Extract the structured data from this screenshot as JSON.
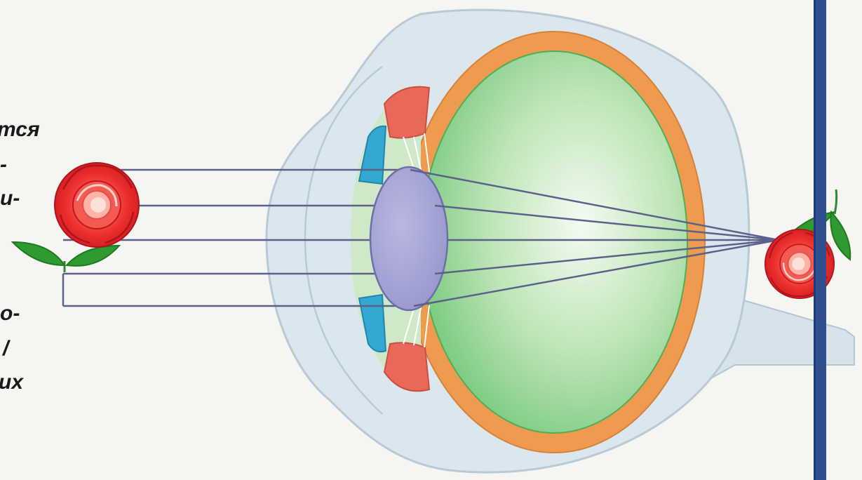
{
  "text_fragments": [
    "тся",
    "-",
    "и-",
    "о-",
    "/",
    "их"
  ],
  "colors": {
    "sclera": "#d9e6ee",
    "choroid": "#ee9a4f",
    "vitreous": "#63c26b",
    "lens": "#a3a3d4",
    "iris": "#35a7d1",
    "ciliary_body": "#e86a55",
    "rays": "#555f85",
    "rose": "#e8242a",
    "leaf": "#2f9a2f",
    "divider": "#2f4f8f"
  },
  "icons": {
    "object": "rose-icon",
    "retinal_image": "inverted-rose-icon"
  }
}
